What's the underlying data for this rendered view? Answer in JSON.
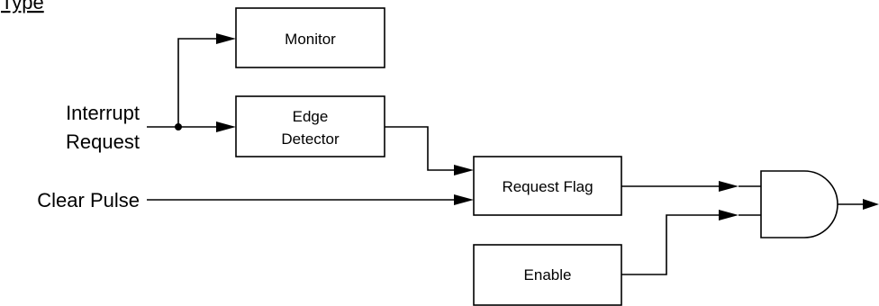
{
  "title": "Type",
  "inputs": {
    "interrupt_request_line1": "Interrupt",
    "interrupt_request_line2": "Request",
    "clear_pulse": "Clear Pulse"
  },
  "blocks": {
    "monitor": "Monitor",
    "edge_detector_line1": "Edge",
    "edge_detector_line2": "Detector",
    "request_flag": "Request Flag",
    "enable": "Enable"
  }
}
